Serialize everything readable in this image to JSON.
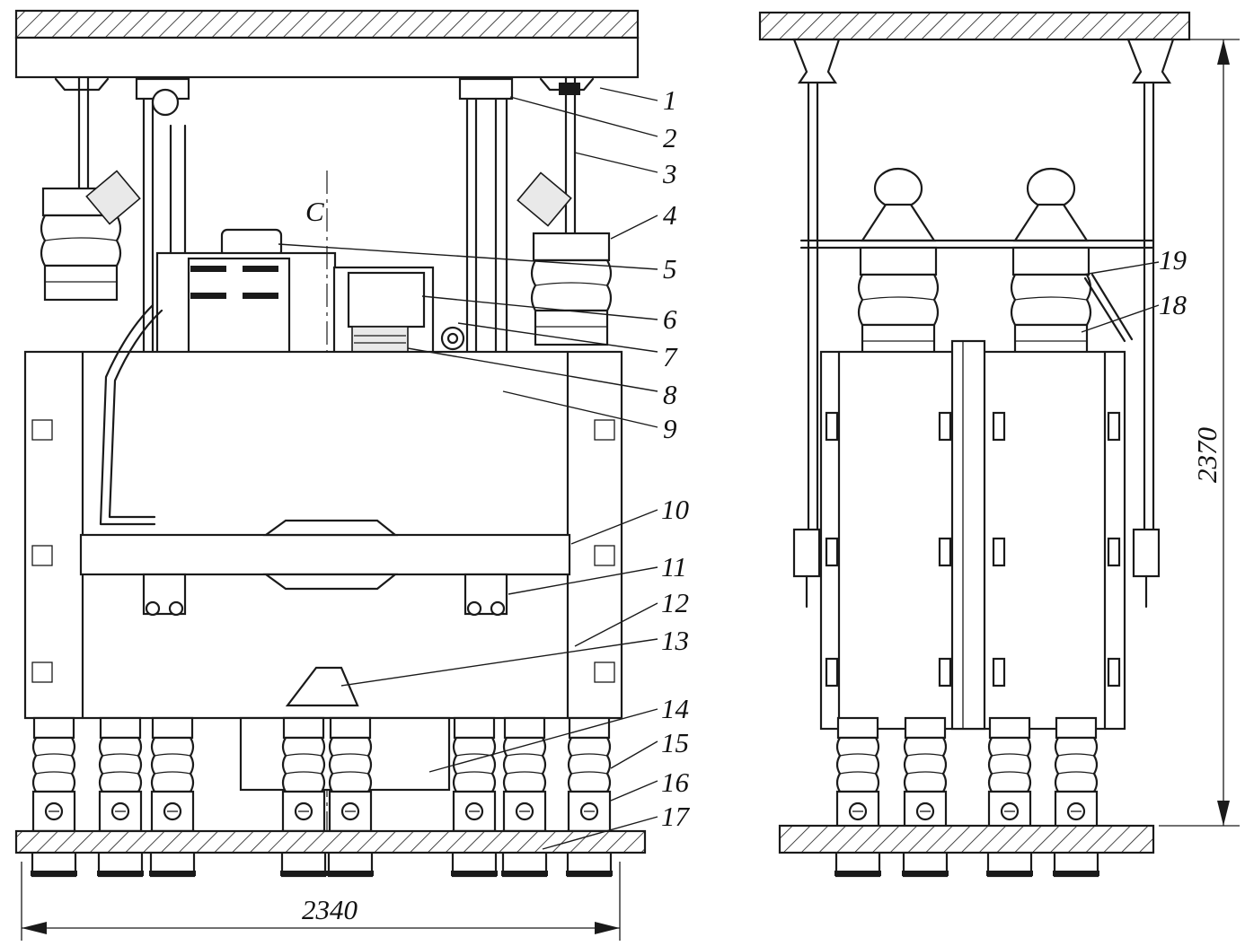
{
  "labels": {
    "l1": "1",
    "l2": "2",
    "l3": "3",
    "l4": "4",
    "l5": "5",
    "l6": "6",
    "l7": "7",
    "l8": "8",
    "l9": "9",
    "l10": "10",
    "l11": "11",
    "l12": "12",
    "l13": "13",
    "l14": "14",
    "l15": "15",
    "l16": "16",
    "l17": "17",
    "l18": "18",
    "l19": "19"
  },
  "dimensions": {
    "width": "2340",
    "height": "2370"
  },
  "rotation_symbol": "C"
}
